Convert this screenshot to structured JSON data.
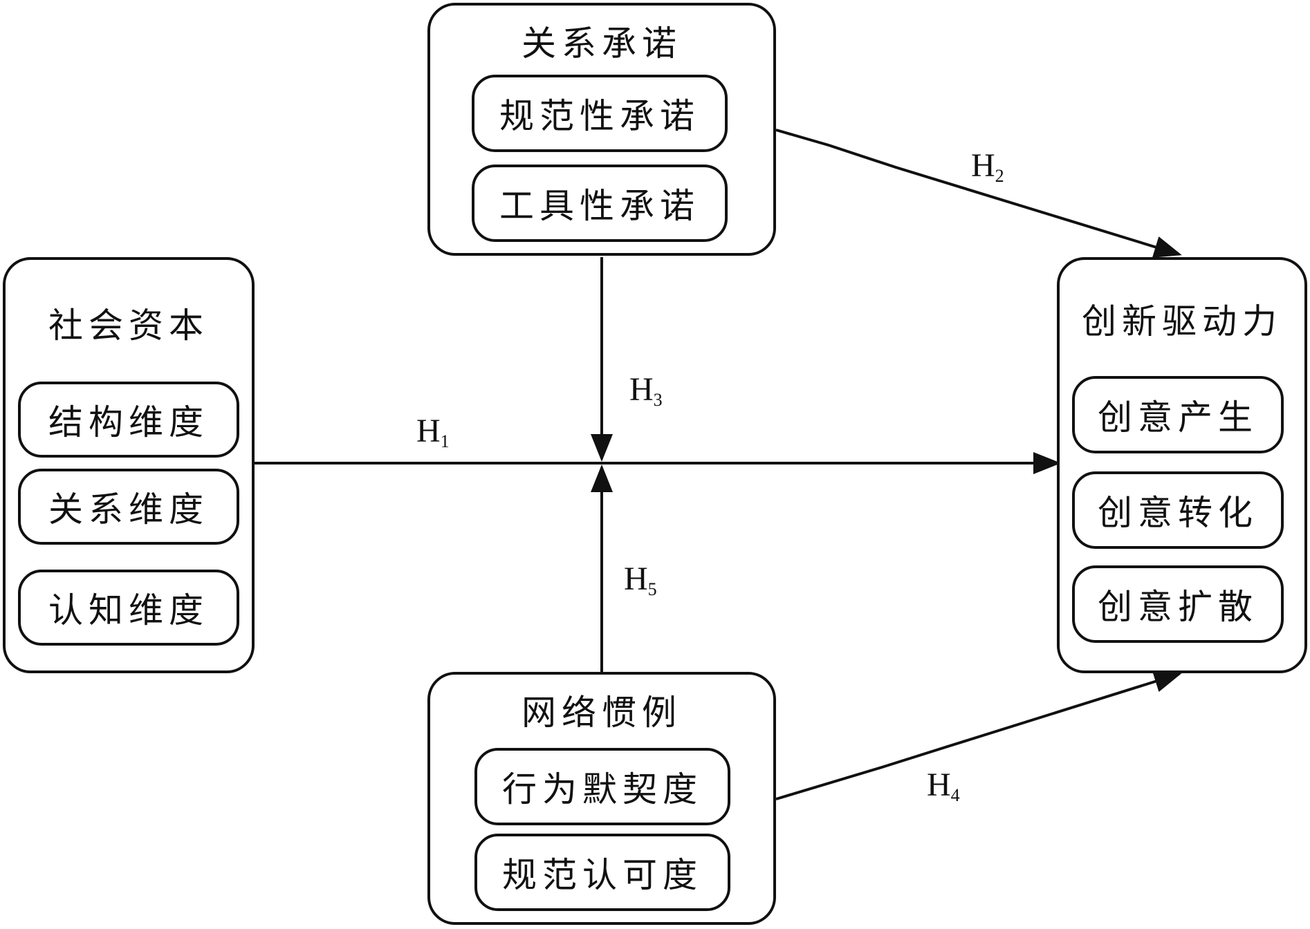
{
  "nodes": {
    "social_capital": {
      "title": "社会资本",
      "items": [
        "结构维度",
        "关系维度",
        "认知维度"
      ]
    },
    "relational_commitment": {
      "title": "关系承诺",
      "items": [
        "规范性承诺",
        "工具性承诺"
      ]
    },
    "network_routine": {
      "title": "网络惯例",
      "items": [
        "行为默契度",
        "规范认可度"
      ]
    },
    "innovation_drive": {
      "title": "创新驱动力",
      "items": [
        "创意产生",
        "创意转化",
        "创意扩散"
      ]
    }
  },
  "hypotheses": {
    "h1": {
      "letter": "H",
      "sub": "1"
    },
    "h2": {
      "letter": "H",
      "sub": "2"
    },
    "h3": {
      "letter": "H",
      "sub": "3"
    },
    "h4": {
      "letter": "H",
      "sub": "4"
    },
    "h5": {
      "letter": "H",
      "sub": "5"
    }
  },
  "colors": {
    "line": "#111111",
    "background": "#ffffff"
  }
}
